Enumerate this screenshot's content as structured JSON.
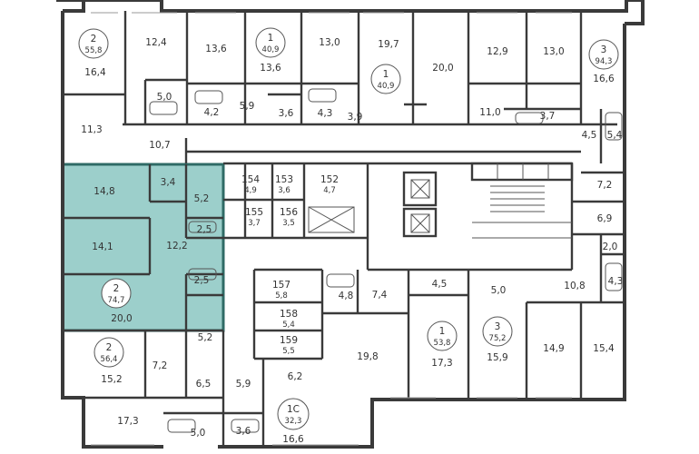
{
  "colors": {
    "highlight": "#9ccfcb",
    "highlight_stroke": "#2f6b66",
    "wall": "#3a3a3a"
  },
  "apartments": [
    {
      "id": "apt-a",
      "rooms": "2",
      "total": "55,8"
    },
    {
      "id": "apt-b",
      "rooms": "1",
      "total": "40,9"
    },
    {
      "id": "apt-c",
      "rooms": "1",
      "total": "40,9"
    },
    {
      "id": "apt-d",
      "rooms": "3",
      "total": "94,3"
    },
    {
      "id": "apt-selected",
      "rooms": "2",
      "total": "74,7"
    },
    {
      "id": "apt-e",
      "rooms": "2",
      "total": "56,4"
    },
    {
      "id": "apt-f",
      "rooms": "1",
      "total": "53,8"
    },
    {
      "id": "apt-g",
      "rooms": "3",
      "total": "75,2"
    },
    {
      "id": "apt-h",
      "rooms": "1С",
      "total": "32,3"
    }
  ],
  "storage": [
    {
      "num": "154",
      "area": "4,9"
    },
    {
      "num": "153",
      "area": "3,6"
    },
    {
      "num": "152",
      "area": "4,7"
    },
    {
      "num": "155",
      "area": "3,7"
    },
    {
      "num": "156",
      "area": "3,5"
    },
    {
      "num": "157",
      "area": "5,8"
    },
    {
      "num": "158",
      "area": "5,4"
    },
    {
      "num": "159",
      "area": "5,5"
    }
  ],
  "rooms": [
    "16,4",
    "12,4",
    "13,6",
    "13,6",
    "13,0",
    "19,7",
    "20,0",
    "12,9",
    "13,0",
    "16,6",
    "5,0",
    "4,2",
    "5,9",
    "3,6",
    "4,3",
    "3,9",
    "11,0",
    "3,7",
    "4,5",
    "5,4",
    "11,3",
    "10,7",
    "7,2",
    "6,9",
    "2,0",
    "4,3",
    "10,8",
    "5,0",
    "4,5",
    "7,4",
    "4,8",
    "14,8",
    "3,4",
    "5,2",
    "2,5",
    "14,1",
    "12,2",
    "2,5",
    "20,0",
    "5,2",
    "15,2",
    "7,2",
    "6,5",
    "5,9",
    "6,2",
    "19,8",
    "17,3",
    "15,9",
    "14,9",
    "15,4",
    "17,3",
    "5,0",
    "3,6",
    "16,6"
  ]
}
